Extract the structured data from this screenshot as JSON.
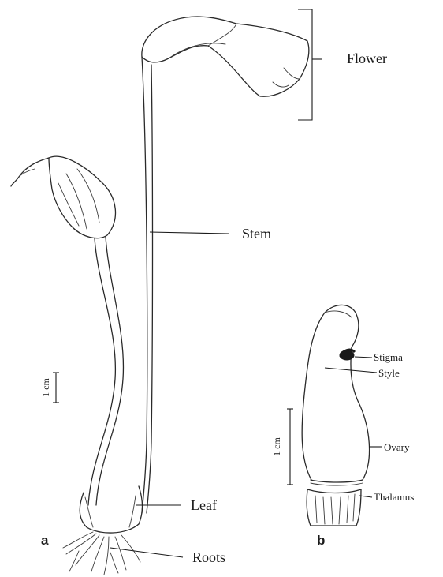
{
  "figure_a": {
    "panel_label": "a",
    "labels": {
      "flower": "Flower",
      "stem": "Stem",
      "leaf": "Leaf",
      "roots": "Roots"
    },
    "scale_label": "1 cm"
  },
  "figure_b": {
    "panel_label": "b",
    "labels": {
      "stigma": "Stigma",
      "style": "Style",
      "ovary": "Ovary",
      "thalamus": "Thalamus"
    },
    "scale_label": "1 cm"
  }
}
